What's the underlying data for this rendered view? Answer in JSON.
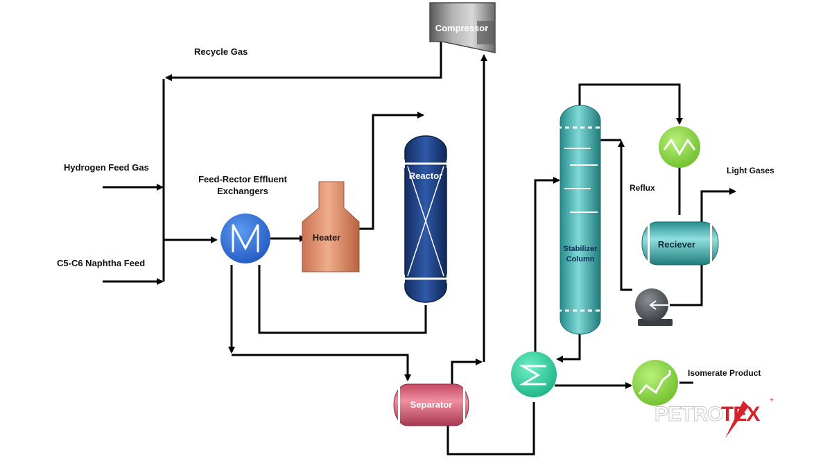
{
  "labels": {
    "recycle_gas": "Recycle Gas",
    "hydrogen_feed_gas": "Hydrogen Feed Gas",
    "naphtha_feed": "C5-C6 Naphtha Feed",
    "exchangers_line1": "Feed-Rector Effluent",
    "exchangers_line2": "Exchangers",
    "light_gases": "Light Gases",
    "reflux": "Reflux",
    "isomerate_product": "Isomerate Product"
  },
  "equipment": {
    "compressor": "Compressor",
    "heater": "Heater",
    "reactor": "Reactor",
    "separator": "Separator",
    "stabilizer_line1": "Stabilizer",
    "stabilizer_line2": "Column",
    "receiver": "Reciever"
  },
  "logo": {
    "text_a": "PETRO",
    "text_b": "TEX"
  },
  "colors": {
    "heat_exchanger": "#2f6fd6",
    "heater": "#d98a66",
    "reactor": "#1c3a78",
    "separator": "#d9637a",
    "stabilizer": "#3fb3b3",
    "receiver": "#3fb3b3",
    "cooler": "#86cf3e",
    "column_exchanger": "#2cc89a",
    "pump": "#555a5f",
    "compressor": "#7f7f7f",
    "logo_red": "#d8222a"
  }
}
